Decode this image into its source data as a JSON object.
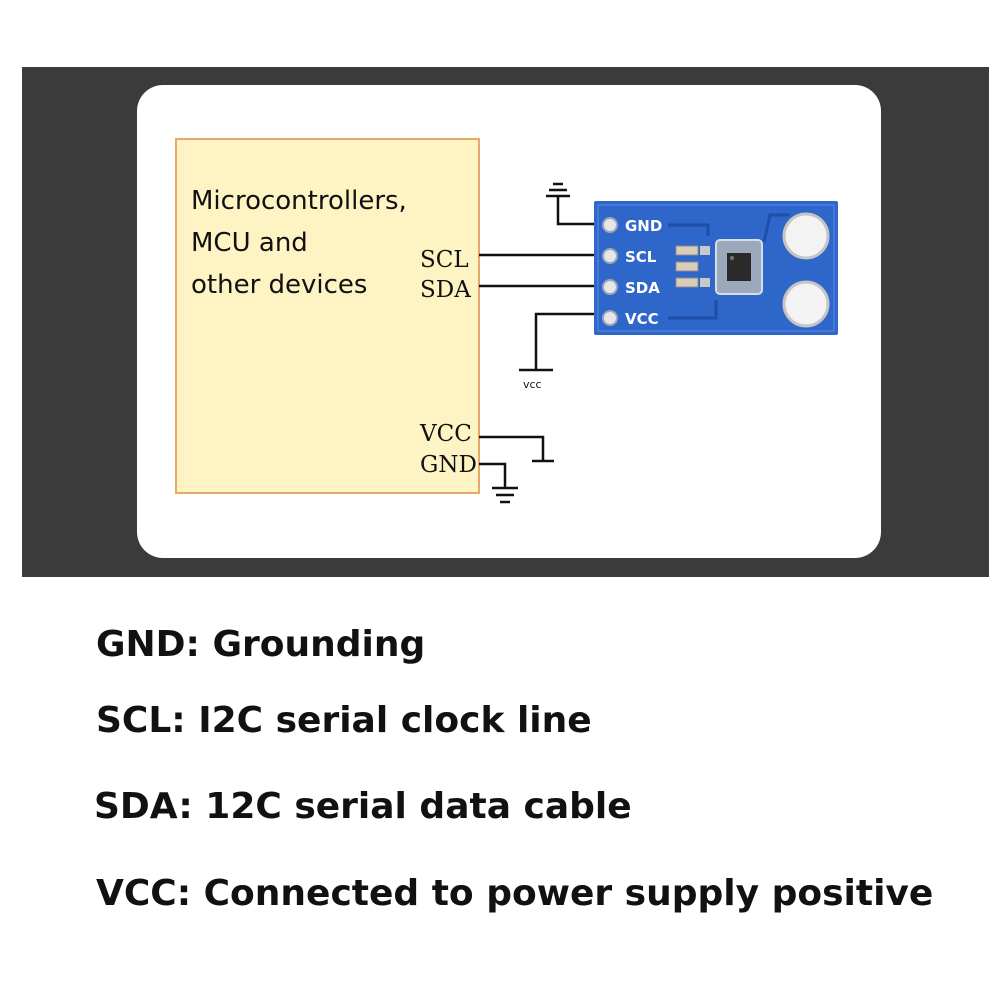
{
  "colors": {
    "frame": "#3b3b3b",
    "card": "#ffffff",
    "mcu_fill": "#fdf3c3",
    "mcu_border": "#e8a86a",
    "module_blue": "#2f66c9",
    "wire": "#111111"
  },
  "mcu": {
    "label_lines": [
      "Microcontrollers,",
      "MCU and",
      "other devices"
    ],
    "pins": {
      "scl": "SCL",
      "sda": "SDA",
      "vcc": "VCC",
      "gnd": "GND"
    }
  },
  "module": {
    "pins": [
      "GND",
      "SCL",
      "SDA",
      "VCC"
    ],
    "vcc_symbol": "vcc",
    "icons": [
      "ground-symbol-icon",
      "mounting-hole-icon",
      "sensor-chip-icon"
    ]
  },
  "legend": {
    "gnd": "GND: Grounding",
    "scl": "SCL: I2C serial clock line",
    "sda": "SDA: 12C serial data cable",
    "vcc": "VCC: Connected to power supply positive"
  }
}
